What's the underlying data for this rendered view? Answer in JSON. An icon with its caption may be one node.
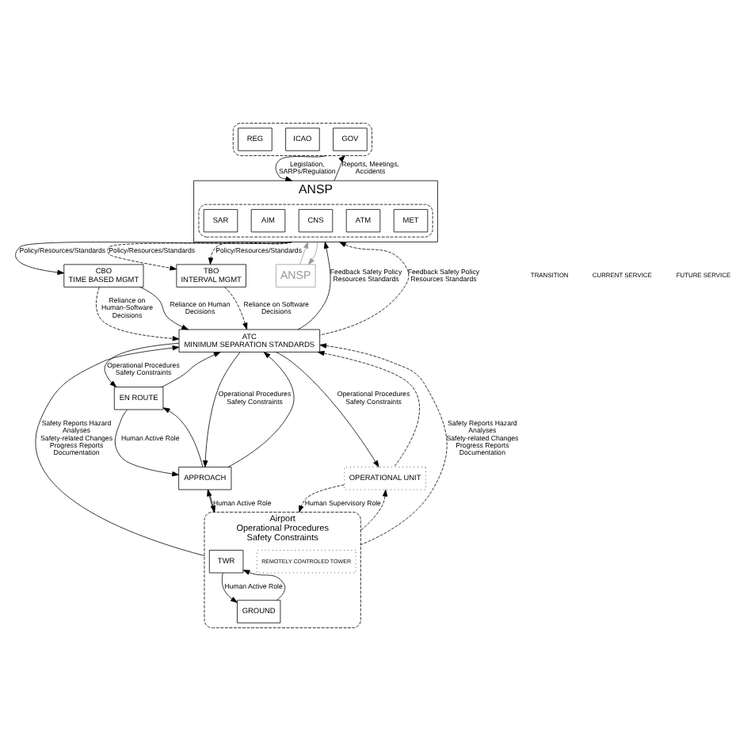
{
  "diagram": {
    "nodes": [
      {
        "text": [],
        "shape": "box"
      },
      {
        "text": [
          "GOV"
        ],
        "in": 0
      },
      {
        "text": [
          "ICAO"
        ],
        "in": 0
      },
      {
        "text": [
          "REG"
        ],
        "in": 0
      },
      {
        "text": [
          "ANSP"
        ]
      },
      {
        "text": [],
        "shape": "box",
        "in": 4
      },
      {
        "text": [
          "CNS"
        ],
        "in": 5
      },
      {
        "text": [
          "ATM"
        ],
        "in": 5
      },
      {
        "text": [
          "MET"
        ],
        "in": 5
      },
      {
        "text": [
          "AIM"
        ],
        "in": 5
      },
      {
        "text": [
          "SAR"
        ],
        "in": 5
      },
      {
        "text": [
          "ANSP"
        ]
      },
      {
        "text": [
          "CBO",
          "TIME BASED MGMT"
        ]
      },
      {
        "text": [
          "TBO",
          "INTERVAL MGMT"
        ]
      },
      {
        "text": [
          "ATC",
          "MINIMUM SEPARATION STANDARDS"
        ]
      },
      {
        "text": [
          "EN ROUTE"
        ]
      },
      {
        "text": [
          "APPROACH"
        ]
      },
      {
        "text": [
          "OPERATIONAL UNIT"
        ]
      },
      {
        "text": [
          "Airport",
          "Operational Procedures",
          "Safety Constraints"
        ]
      },
      {
        "text": [
          "TWR"
        ],
        "in": 18
      },
      {
        "text": [
          "GROUND"
        ],
        "in": 18
      },
      {
        "text": [
          "REMOTELY CONTROLED TOWER"
        ],
        "in": 18
      }
    ],
    "edges": [
      {
        "from": 0,
        "to": 4,
        "arrow": "to",
        "label": "Legislation, SARPs/Regulation"
      },
      {
        "from": 4,
        "to": 0,
        "arrow": "to",
        "label": "Reports, Meetings, Accidents"
      },
      {
        "from": 4,
        "to": 11,
        "arrow": "to",
        "color": "#999999"
      },
      {
        "from": 11,
        "to": 4,
        "arrow": "to",
        "color": "#999999"
      },
      {
        "from": 4,
        "to": 12,
        "arrow": "to",
        "label": "Policy/Resources/Standards"
      },
      {
        "from": 4,
        "to": 13,
        "arrow": "to",
        "label": "Policy/Resources/Standards",
        "style": "dashed"
      },
      {
        "from": 4,
        "to": 13,
        "arrow": "to",
        "label": "Policy/Resources/Standards",
        "style": "dashed"
      },
      {
        "from": 12,
        "to": 14,
        "arrow": "to",
        "label": "Reliance on Human Decisions"
      },
      {
        "from": 12,
        "to": 14,
        "arrow": "to",
        "label": "Reliance on Human-Software Decisions",
        "style": "dashed"
      },
      {
        "from": 13,
        "to": 14,
        "arrow": "to",
        "label": "Reliance on Software Decisions",
        "style": "dashed"
      },
      {
        "from": 14,
        "to": 4,
        "arrow": "to",
        "label": "Feedback Safety Policy Resources Standards"
      },
      {
        "from": 14,
        "to": 4,
        "arrow": "to",
        "label": "Feedback Safety Policy Resources Standards",
        "style": "dashed"
      },
      {
        "from": 14,
        "to": 15,
        "arrow": "to",
        "label": "Operational Procedures Safety Constraints"
      },
      {
        "from": 14,
        "to": 16,
        "arrow": "to",
        "label": "Operational Procedures Safety Constraints"
      },
      {
        "from": 14,
        "to": 17,
        "arrow": "to",
        "label": "Operational Procedures Safety Constraints"
      },
      {
        "from": 15,
        "to": 14,
        "arrow": "to"
      },
      {
        "from": 16,
        "to": 14,
        "arrow": "to"
      },
      {
        "from": 18,
        "to": 14,
        "arrow": "to",
        "label": "Safety Reports Hazard Analyses Safety-related Changes Progress Reports Documentation"
      },
      {
        "from": 15,
        "to": 16,
        "arrow": "to",
        "label": "Human Active Role"
      },
      {
        "from": 16,
        "to": 15,
        "arrow": "to"
      },
      {
        "from": 16,
        "to": 18,
        "arrow": "to",
        "label": "Human Active Role"
      },
      {
        "from": 18,
        "to": 16,
        "arrow": "to"
      },
      {
        "from": 17,
        "to": 18,
        "arrow": "to",
        "label": "Human Supervisory Role",
        "style": "dashed"
      },
      {
        "from": 18,
        "to": 17,
        "arrow": "to",
        "style": "dashed"
      },
      {
        "from": 19,
        "to": 20,
        "arrow": "to",
        "label": "Human Active Role"
      },
      {
        "from": 20,
        "to": 19,
        "arrow": "to"
      },
      {
        "from": 17,
        "to": 14,
        "arrow": "to",
        "style": "dashed"
      },
      {
        "from": 18,
        "to": 14,
        "arrow": "to",
        "label": "Safety Reports Hazard Analyses Safety-related Changes Progress Reports Documentation",
        "style": "dashed"
      }
    ],
    "labels": [
      "CURRENT SERVICE",
      "TRANSITION",
      "FUTURE SERVICE"
    ]
  }
}
